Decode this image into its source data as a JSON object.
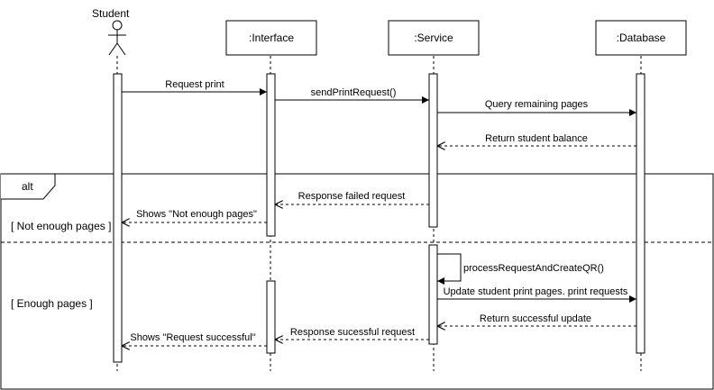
{
  "participants": {
    "student": {
      "label": "Student"
    },
    "interface": {
      "label": ":Interface"
    },
    "service": {
      "label": ":Service"
    },
    "database": {
      "label": ":Database"
    }
  },
  "messages": {
    "request_print": "Request print",
    "send_print_request": "sendPrintRequest()",
    "query_remaining_pages": "Query remaining pages",
    "return_student_balance": "Return student balance",
    "response_failed_request": "Response failed request",
    "shows_not_enough_pages": "Shows \"Not enough pages\"",
    "process_request_create_qr": "processRequestAndCreateQR()",
    "update_student_print_pages": "Update student print pages. print requests",
    "return_successful_update": "Return successful update",
    "response_successful_request": "Response sucessful request",
    "shows_request_successful": "Shows \"Request successful\""
  },
  "fragment": {
    "operator": "alt",
    "guard_not_enough": "[ Not enough pages ]",
    "guard_enough": "[ Enough pages ]"
  },
  "colors": {
    "line": "#000000",
    "background": "#ffffff"
  }
}
